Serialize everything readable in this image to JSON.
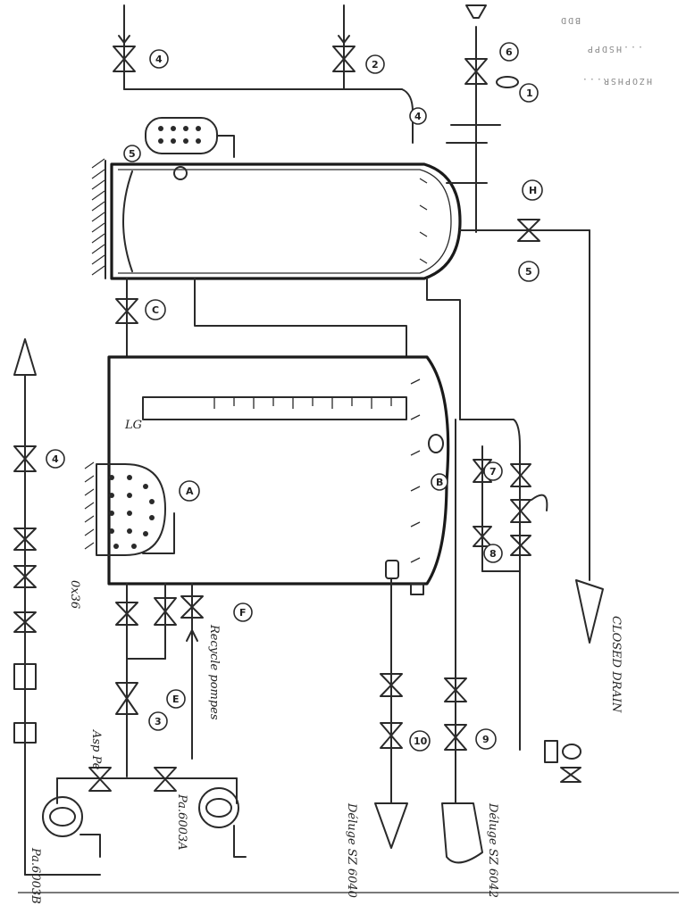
{
  "drawing": {
    "labels": {
      "closed_drain": "CLOSED DRAIN",
      "recycle_pumps": "Recycle pompes",
      "asp_pump": "Asp Pe",
      "pump_a": "Pa.6003A",
      "pump_b": "Pa.6003B",
      "deluge_1": "Déluge SZ 6040",
      "deluge_2": "Déluge SZ 6042",
      "level_tag": "LG",
      "side_note": "0x36"
    },
    "tags": {
      "t_top1": "4",
      "t_top2": "2",
      "t_top3": "6",
      "t_top4": "1",
      "t_vessel1_nozzle": "5",
      "t_vessel1_left": "4",
      "t_right_h": "H",
      "t_right_5": "5",
      "t_conn": "C",
      "t_a": "A",
      "t_b": "B",
      "t_7": "7",
      "t_8": "8",
      "t_f": "F",
      "t_e": "E",
      "t_3": "3",
      "t_deluge1": "10",
      "t_deluge2": "9",
      "t_vent": "4"
    },
    "faint_notes": [
      "HZOPHSR...",
      "...HSDPP",
      "BDD"
    ]
  }
}
